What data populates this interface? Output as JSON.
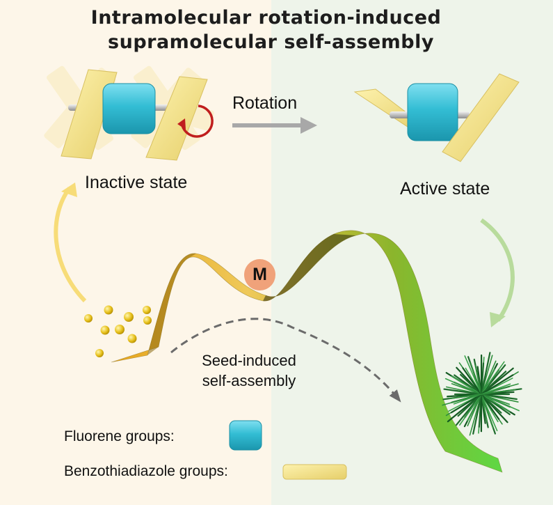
{
  "title": {
    "line1": "Intramolecular rotation-induced",
    "line2": "supramolecular self-assembly"
  },
  "labels": {
    "rotation": "Rotation",
    "inactive_state": "Inactive state",
    "active_state": "Active state",
    "seed_line1": "Seed-induced",
    "seed_line2": "self-assembly",
    "metastable": "M"
  },
  "legend": {
    "fluorene": "Fluorene groups:",
    "benzothiadiazole": "Benzothiadiazole groups:"
  },
  "colors": {
    "left_background": "#fdf6e9",
    "right_background": "#eef4ea",
    "fluorene": "#3cc4d8",
    "benzothiadiazole": "#f1e08a",
    "ribbon_start": "#e2a21e",
    "ribbon_end": "#58d640",
    "m_badge": "#f0a27a",
    "rotation_arrow": "#c01e1e",
    "inactive_arrow": "#f7dc78",
    "active_arrow": "#b8db9c",
    "gray_arrow": "#a8a8a8"
  }
}
